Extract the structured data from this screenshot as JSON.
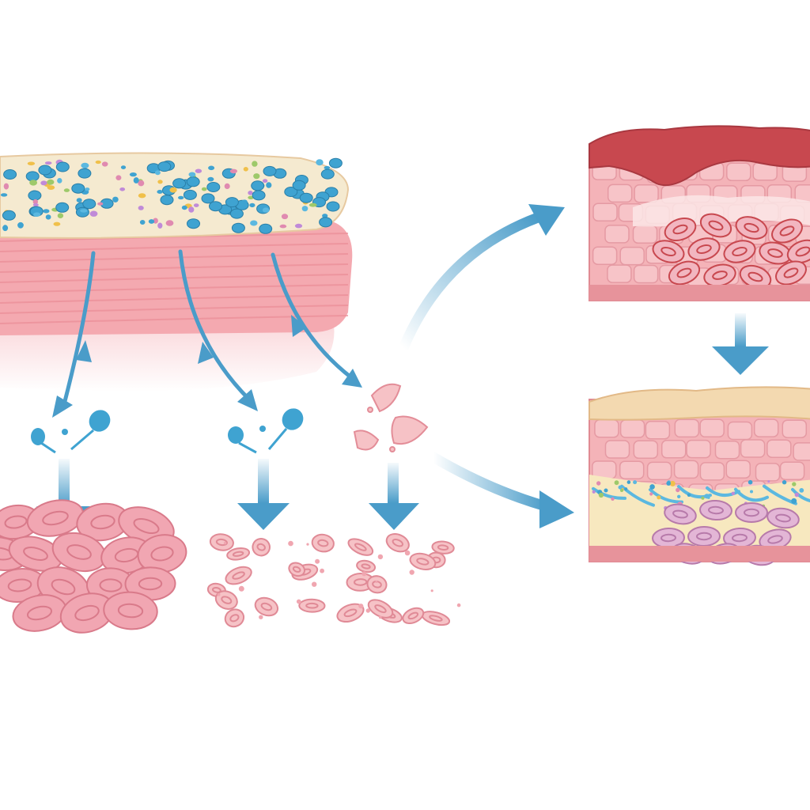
{
  "diagram": {
    "text_labels": [],
    "colors": {
      "background": "#ffffff",
      "tissue_pink": "#f4a9b0",
      "tissue_light": "#f9cfd2",
      "tissue_stripe": "#e98d97",
      "surface_cream": "#f5ead0",
      "particle_blue": "#3fa3d1",
      "arrow_blue": "#4a9cc9",
      "wound_red": "#c8484f",
      "cell_pink": "#f1a6b2",
      "cell_purple": "#e3b6d6",
      "skin_top_beige": "#f3d9b0"
    },
    "nodes": [
      {
        "id": "layered-tissue-block"
      },
      {
        "id": "droplet-cluster-left"
      },
      {
        "id": "droplet-cluster-middle"
      },
      {
        "id": "cell-fragments-right"
      },
      {
        "id": "dense-cell-mass"
      },
      {
        "id": "scattered-cells-middle"
      },
      {
        "id": "scattered-cells-right"
      },
      {
        "id": "inflamed-tissue-panel"
      },
      {
        "id": "healed-tissue-panel"
      }
    ],
    "edges": [
      {
        "from": "layered-tissue-block",
        "to": "droplet-cluster-left"
      },
      {
        "from": "layered-tissue-block",
        "to": "droplet-cluster-middle"
      },
      {
        "from": "layered-tissue-block",
        "to": "cell-fragments-right"
      },
      {
        "from": "droplet-cluster-left",
        "to": "dense-cell-mass"
      },
      {
        "from": "droplet-cluster-middle",
        "to": "scattered-cells-middle"
      },
      {
        "from": "cell-fragments-right",
        "to": "scattered-cells-right"
      },
      {
        "from": "cell-fragments-right",
        "to": "inflamed-tissue-panel"
      },
      {
        "from": "cell-fragments-right",
        "to": "healed-tissue-panel"
      },
      {
        "from": "inflamed-tissue-panel",
        "to": "healed-tissue-panel"
      }
    ]
  }
}
